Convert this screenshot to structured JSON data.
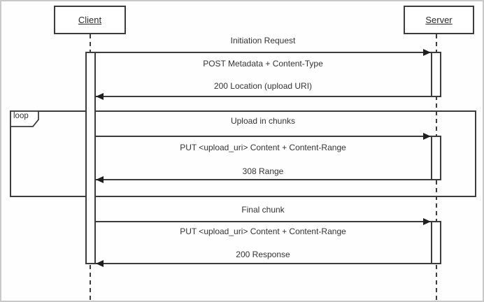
{
  "diagram": {
    "type": "uml-sequence",
    "actors": [
      {
        "label": "Client"
      },
      {
        "label": "Server"
      }
    ],
    "fragment": {
      "label": "loop"
    },
    "sections": [
      {
        "title": "Initiation Request",
        "request": "POST Metadata + Content-Type",
        "response": "200 Location (upload URI)"
      },
      {
        "title": "Upload in chunks",
        "request": "PUT <upload_uri> Content + Content-Range",
        "response": "308 Range"
      },
      {
        "title": "Final chunk",
        "request": "PUT <upload_uri> Content + Content-Range",
        "response": "200 Response"
      }
    ],
    "colors": {
      "line": "#3c3c3c",
      "text": "#333333",
      "frame_border": "#c9c9c9",
      "background": "#ffffff"
    }
  }
}
